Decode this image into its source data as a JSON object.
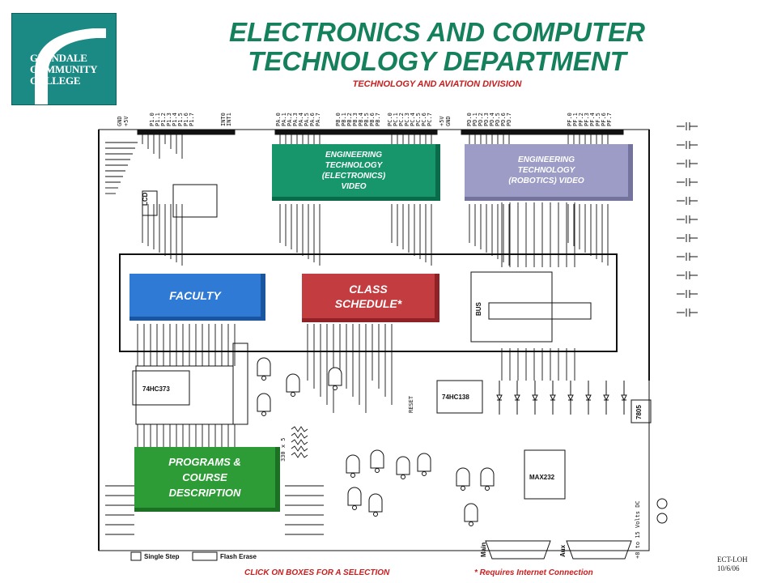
{
  "header": {
    "title_line1": "ELECTRONICS AND COMPUTER",
    "title_line2": "TECHNOLOGY DEPARTMENT",
    "subtitle": "TECHNOLOGY AND AVIATION DIVISION",
    "title_color": "#15805c",
    "subtitle_color": "#c81e1e"
  },
  "logo": {
    "line1": "GLENDALE",
    "line2": "COMMUNITY",
    "line3": "COLLEGE",
    "color": "#1c8a84"
  },
  "nav": {
    "electronics_video": [
      "ENGINEERING",
      "TECHNOLOGY",
      "(ELECTRONICS)",
      "VIDEO"
    ],
    "robotics_video": [
      "ENGINEERING",
      "TECHNOLOGY",
      "(ROBOTICS) VIDEO"
    ],
    "faculty": "FACULTY",
    "class_schedule": [
      "CLASS",
      "SCHEDULE*"
    ],
    "programs": [
      "PROGRAMS &",
      "COURSE",
      "DESCRIPTION"
    ],
    "colors": {
      "electronics": "#17956b",
      "robotics": "#9c9cc6",
      "faculty": "#2f7ad4",
      "schedule": "#c33c40",
      "programs": "#2e9c36"
    }
  },
  "schematic": {
    "chips": {
      "latch": "74HC373",
      "decoder": "74HC138",
      "serial": "MAX232",
      "regulator": "7805"
    },
    "labels": {
      "lcd": "LCD",
      "bus": "BUS",
      "reset": "RESET",
      "single_step": "Single Step",
      "flash_erase": "Flash Erase",
      "main": "Main",
      "aux": "Aux",
      "power": "+8 to 15 Volts DC",
      "resistor_pack": "330 x 5",
      "vcc": "+5V",
      "gnd": "GND"
    },
    "port_pins": {
      "p1": [
        "P1.0",
        "P1.1",
        "P1.2",
        "P1.3",
        "P1.4",
        "P1.5",
        "P1.6",
        "P1.7"
      ],
      "pa": [
        "PA.0",
        "PA.1",
        "PA.2",
        "PA.3",
        "PA.4",
        "PA.5",
        "PA.6",
        "PA.7"
      ],
      "pb": [
        "PB.0",
        "PB.1",
        "PB.2",
        "PB.3",
        "PB.4",
        "PB.5",
        "PB.6",
        "PB.7"
      ],
      "pc": [
        "PC.0",
        "PC.1",
        "PC.2",
        "PC.3",
        "PC.4",
        "PC.5",
        "PC.6",
        "PC.7"
      ],
      "pd": [
        "PD.0",
        "PD.1",
        "PD.2",
        "PD.3",
        "PD.4",
        "PD.5",
        "PD.6",
        "PD.7"
      ],
      "pf": [
        "PF.0",
        "PF.1",
        "PF.2",
        "PF.3",
        "PF.4",
        "PF.5",
        "PF.6",
        "PF.7"
      ],
      "int": [
        "INT0",
        "INT1"
      ]
    }
  },
  "footer": {
    "instruction": "CLICK ON BOXES FOR A SELECTION",
    "note": "* Requires Internet Connection",
    "stamp_line1": "ECT-LOH",
    "stamp_line2": "10/6/06"
  }
}
